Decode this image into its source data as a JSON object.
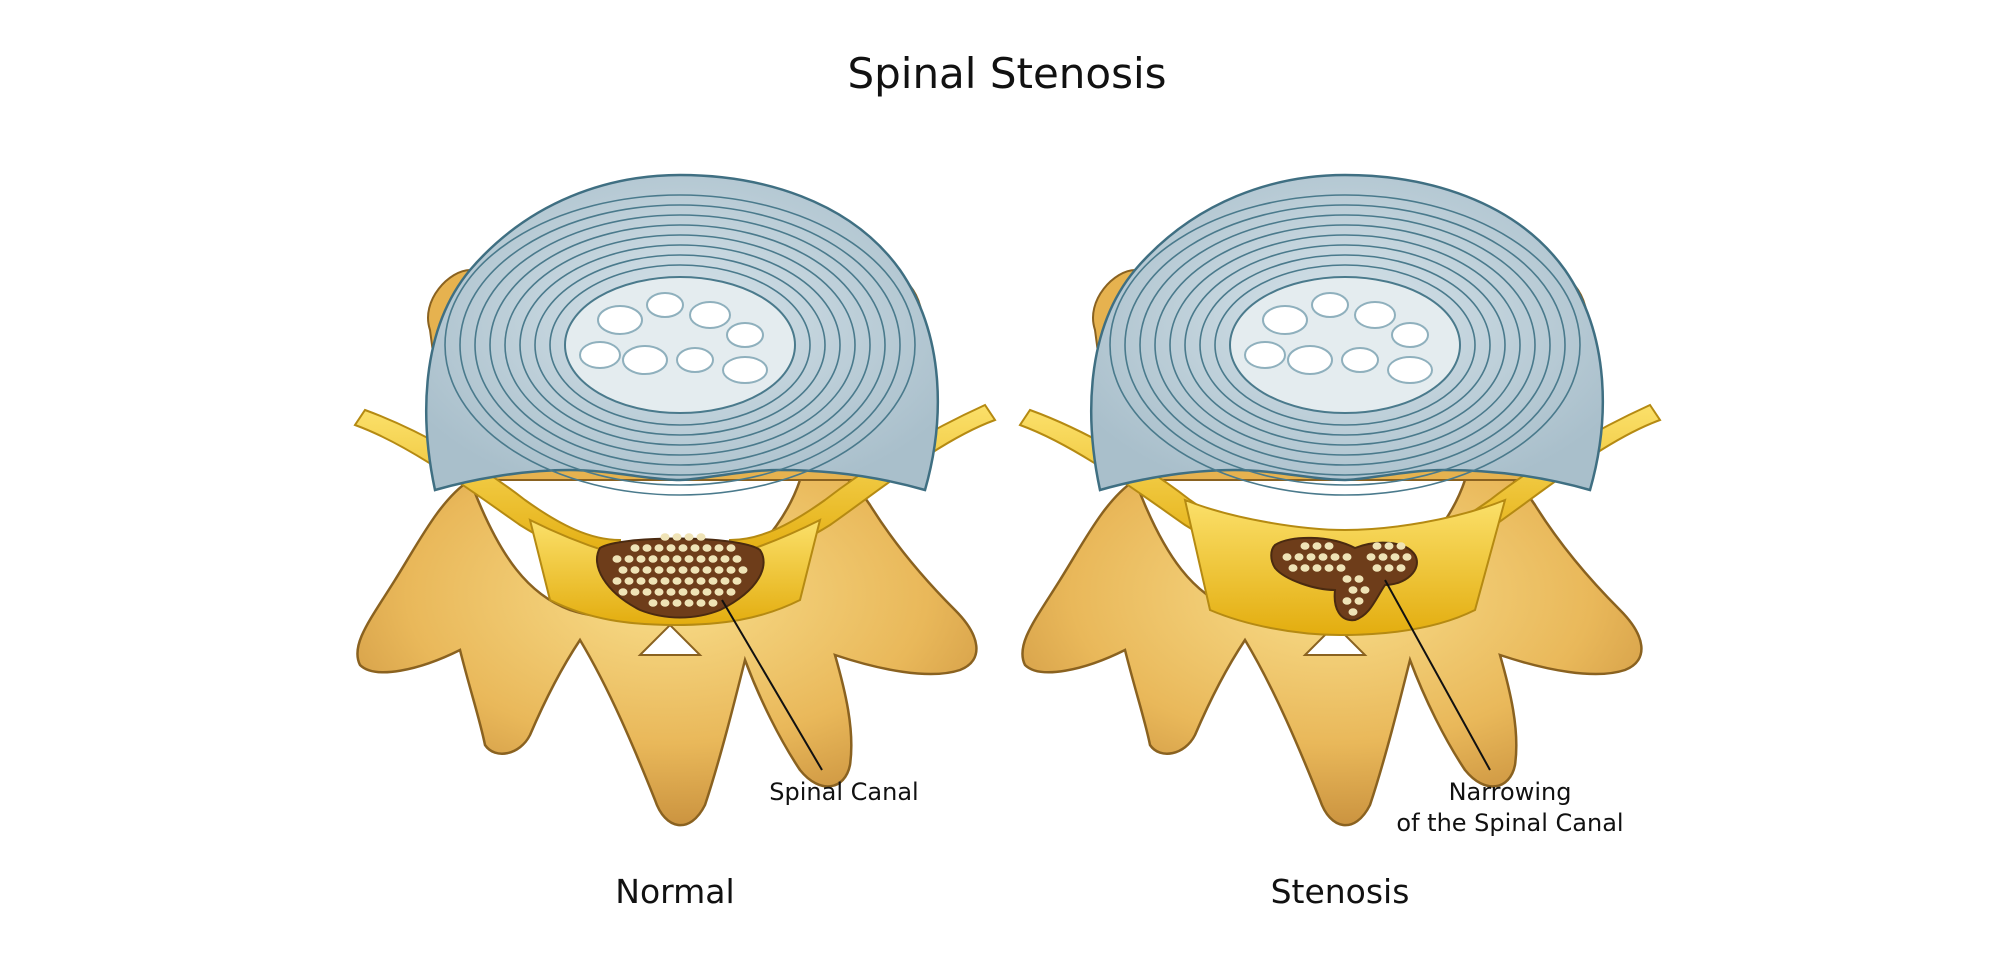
{
  "title": "Spinal Stenosis",
  "panels": [
    {
      "caption": "Normal",
      "callout_lines": [
        "Spinal Canal"
      ]
    },
    {
      "caption": "Stenosis",
      "callout_lines": [
        "Narrowing",
        "of the Spinal Canal"
      ]
    }
  ],
  "colors": {
    "disc_outer": "#b7c9d3",
    "disc_lines": "#3f6f82",
    "nucleus": "#dfe8ec",
    "bone_light": "#f3c766",
    "bone_dark": "#b98236",
    "ligament": "#f2c417",
    "canal": "#6e3d1a",
    "canal_dots": "#efe3b6",
    "outline": "#7a5a1a"
  }
}
